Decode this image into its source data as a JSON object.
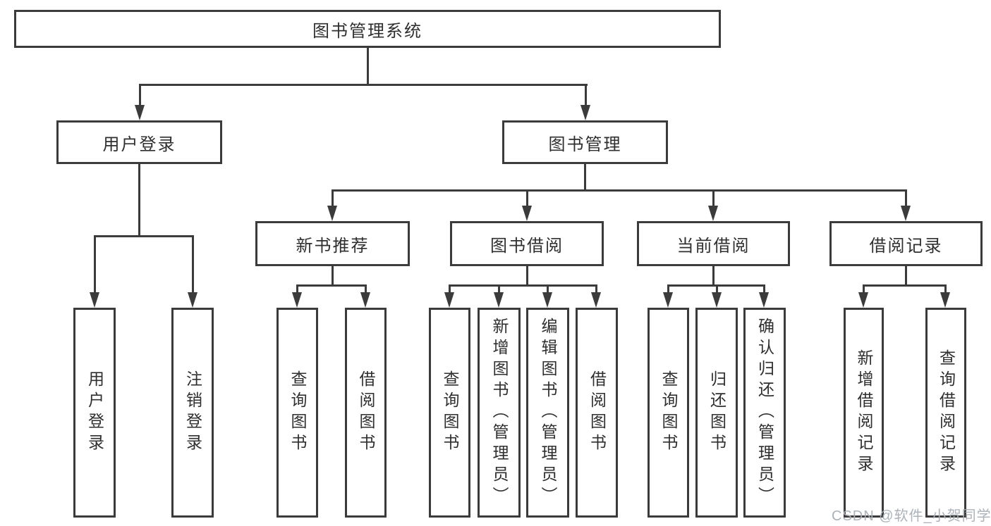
{
  "diagram": {
    "type": "hierarchy-tree",
    "tree": {
      "label": "图书管理系统",
      "children": [
        {
          "label": "用户登录",
          "children": [
            {
              "label": "用户登录"
            },
            {
              "label": "注销登录"
            }
          ]
        },
        {
          "label": "图书管理",
          "children": [
            {
              "label": "新书推荐",
              "children": [
                {
                  "label": "查询图书"
                },
                {
                  "label": "借阅图书"
                }
              ]
            },
            {
              "label": "图书借阅",
              "children": [
                {
                  "label": "查询图书"
                },
                {
                  "label": "新增图书（管理员）"
                },
                {
                  "label": "编辑图书（管理员）"
                },
                {
                  "label": "借阅图书"
                }
              ]
            },
            {
              "label": "当前借阅",
              "children": [
                {
                  "label": "查询图书"
                },
                {
                  "label": "归还图书"
                },
                {
                  "label": "确认归还（管理员）"
                }
              ]
            },
            {
              "label": "借阅记录",
              "children": [
                {
                  "label": "新增借阅记录"
                },
                {
                  "label": "查询借阅记录"
                }
              ]
            }
          ]
        }
      ]
    },
    "colors": {
      "line": "#3b3b3b",
      "text": "#2f2f2f",
      "background": "#ffffff",
      "watermark": "#a8aeb5"
    }
  },
  "watermark": {
    "text": "CSDN @软件_小贺同学"
  }
}
